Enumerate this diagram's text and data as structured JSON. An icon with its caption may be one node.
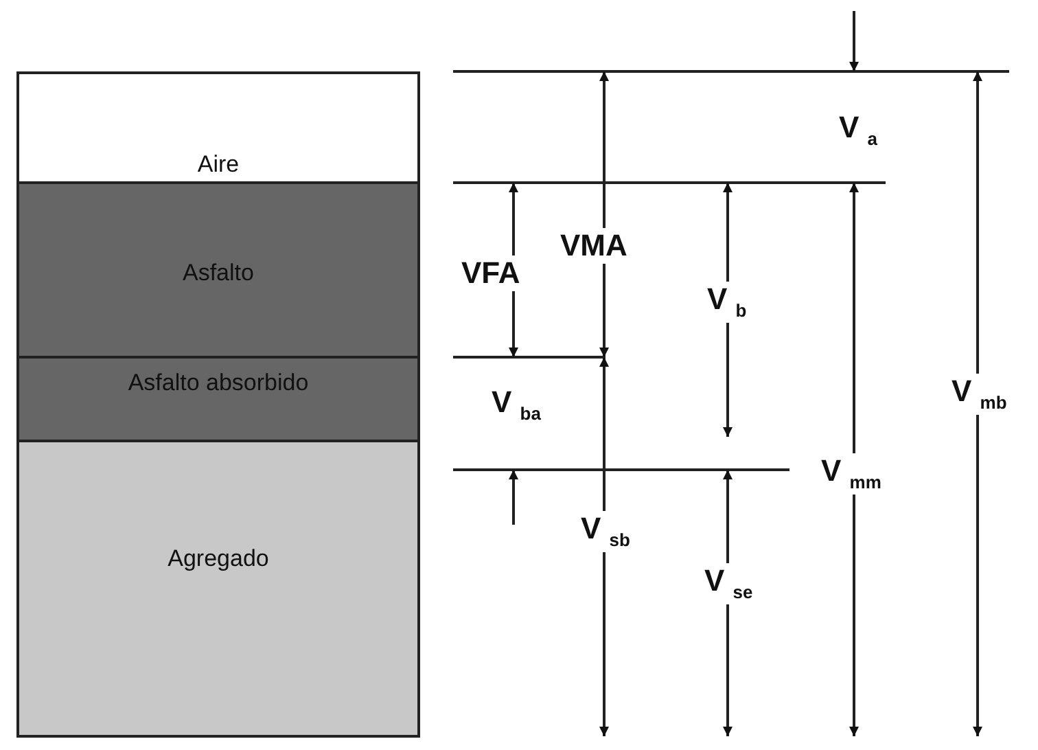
{
  "diagram": {
    "nodes": [
      {
        "text": [
          "Aire"
        ]
      },
      {
        "text": [
          "Asfalto"
        ]
      },
      {
        "text": [
          "Asfalto absorbido"
        ]
      },
      {
        "text": [
          "Agregado"
        ]
      }
    ],
    "labels": [
      "V$_{a}$",
      "VFA",
      "VMA",
      "V$_{b}$",
      "V$_{mb}$",
      "V$_{ba}$",
      "V$_{mm}$",
      "V$_{sb}$",
      "V$_{se}$"
    ]
  }
}
